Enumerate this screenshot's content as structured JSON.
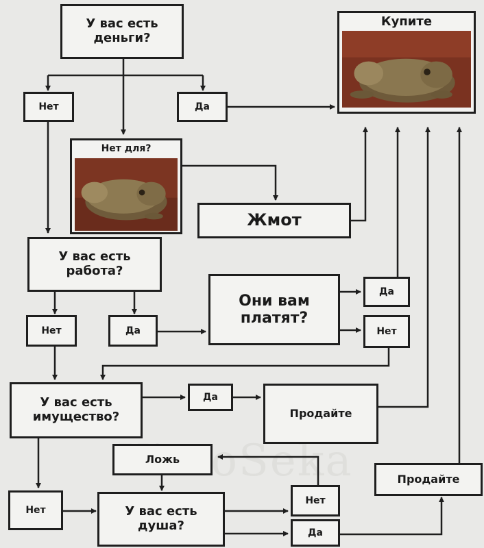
{
  "nodes": {
    "have_money": "У вас есть\nденьги?",
    "buy": "Купите",
    "no_1": "Нет",
    "yes_1": "Да",
    "no_for": "Нет для?",
    "stingy": "Жмот",
    "have_job": "У вас есть\nработа?",
    "no_2": "Нет",
    "yes_2": "Да",
    "they_pay": "Они вам\nплатят?",
    "yes_3": "Да",
    "no_3": "Нет",
    "have_property": "У вас есть\nимущество?",
    "yes_4": "Да",
    "sell_1": "Продайте",
    "lie": "Ложь",
    "sell_2": "Продайте",
    "no_4": "Нет",
    "have_soul": "У вас есть\nдуша?",
    "no_5": "Нет",
    "yes_5": "Да"
  },
  "watermark": "KirroSeka",
  "colors": {
    "stroke": "#1e1e1e",
    "background": "#e9e9e7",
    "box": "#f3f3f1"
  }
}
